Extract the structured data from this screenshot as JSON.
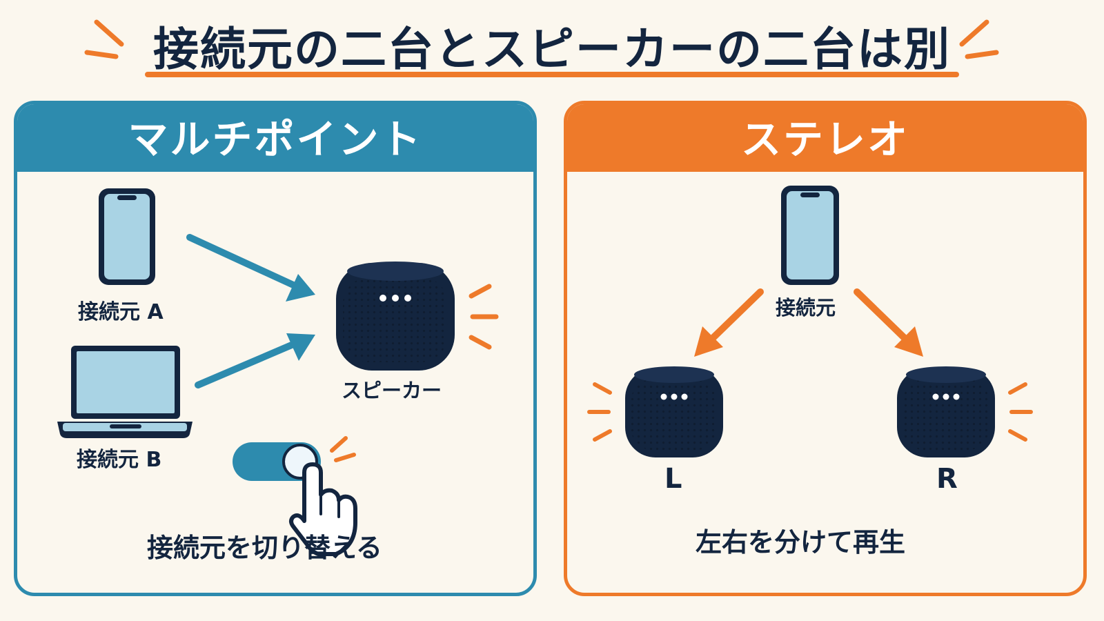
{
  "title": "接続元の二台とスピーカーの二台は別",
  "colors": {
    "navy": "#13253f",
    "blue": "#2d8bae",
    "orange": "#ee7a2a",
    "background": "#fbf7ee",
    "screen": "#a9d3e4"
  },
  "multipoint": {
    "heading": "マルチポイント",
    "source_a_label": "接続元 A",
    "source_b_label": "接続元 B",
    "speaker_label": "スピーカー",
    "switch_caption": "接続元を切り替える",
    "icons": [
      "smartphone-icon",
      "laptop-icon",
      "speaker-icon",
      "toggle-switch-icon",
      "pointing-hand-icon"
    ]
  },
  "stereo": {
    "heading": "ステレオ",
    "source_label": "接続元",
    "left_label": "L",
    "right_label": "R",
    "caption": "左右を分けて再生",
    "icons": [
      "smartphone-icon",
      "speaker-icon"
    ]
  }
}
